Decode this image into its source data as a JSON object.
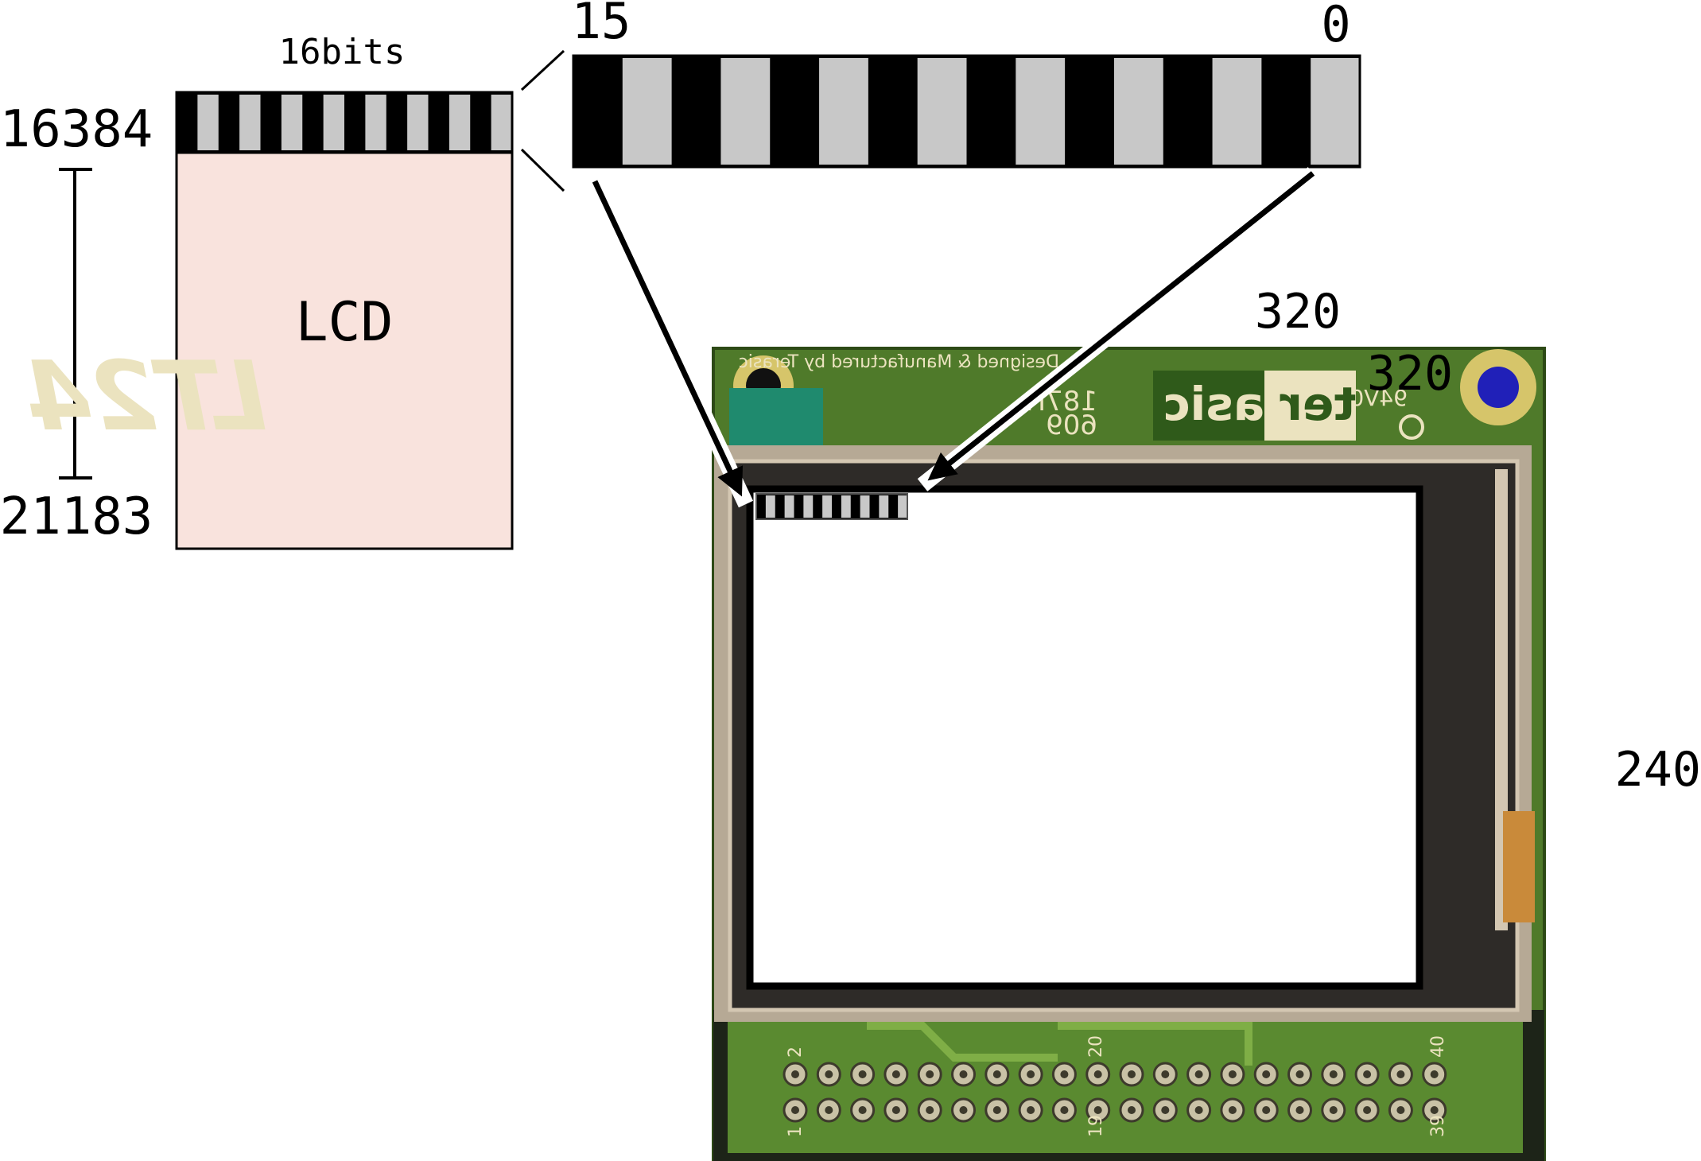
{
  "memory_map": {
    "width_label": "16bits",
    "start_address": "16384",
    "end_address": "21183",
    "region_label": "LCD"
  },
  "bit_register": {
    "msb_label": "15",
    "lsb_label": "0",
    "segments": 16
  },
  "screen": {
    "width_label_outer": "320",
    "width_label_inner": "320",
    "height_label": "240"
  },
  "pcb": {
    "model": "LT24",
    "brand_left": "ter",
    "brand_right": "asic",
    "credit": "Designed & Manufactured by Terasic",
    "rev": "187H",
    "code": "609",
    "cert": "94V0",
    "header_numbers": [
      "2",
      "20",
      "40",
      "1",
      "19",
      "39"
    ]
  },
  "colors": {
    "lcd_fill": "#f9e3dd",
    "bar_black": "#000000",
    "bar_gray": "#c8c8c8",
    "pcb_green": "#4f7a2a",
    "pcb_silk": "#ebe3bf",
    "screen_frame": "#2e2b28"
  }
}
